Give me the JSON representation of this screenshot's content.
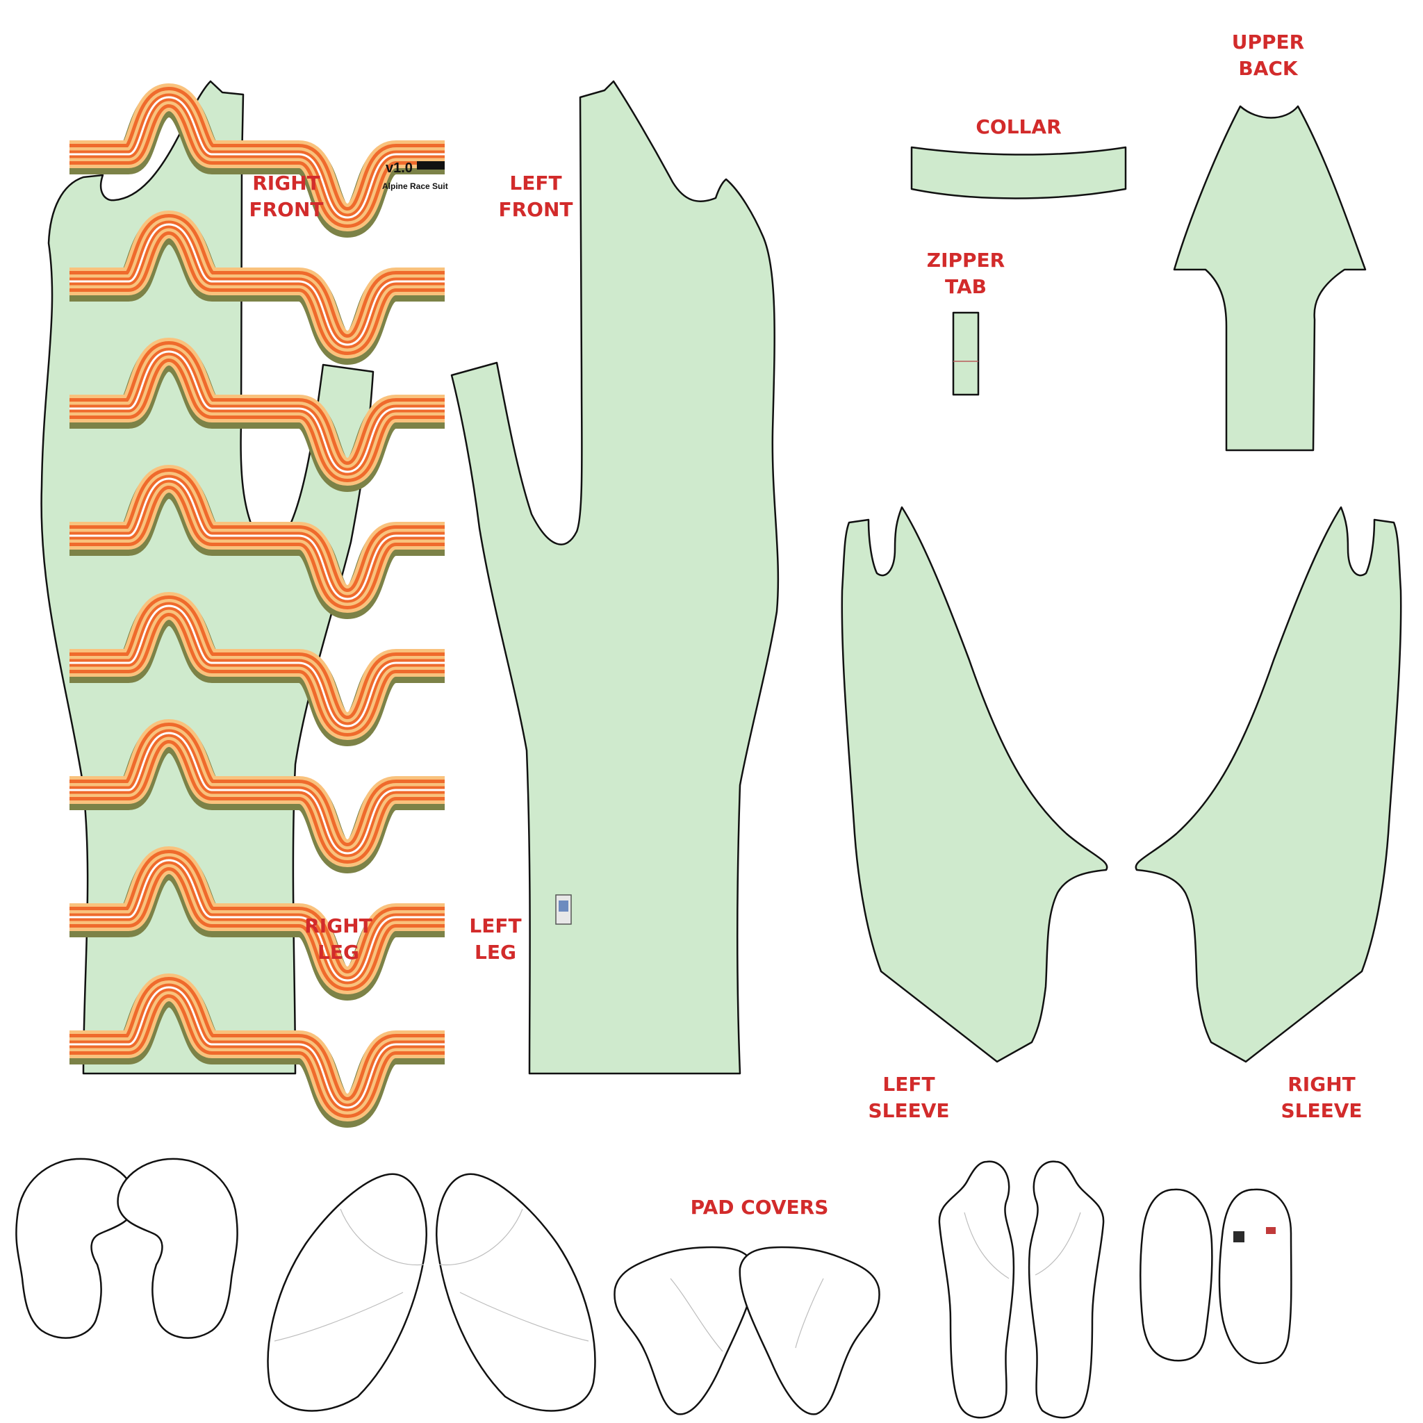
{
  "sheet": {
    "version": "v1.0",
    "product_name": "Alpine Race Suit"
  },
  "pieces": {
    "right_front": "RIGHT\nFRONT",
    "left_front": "LEFT\nFRONT",
    "collar": "COLLAR",
    "zipper_tab": "ZIPPER\nTAB",
    "upper_back": "UPPER\nBACK",
    "right_leg": "RIGHT\nLEG",
    "left_leg": "LEFT\nLEG",
    "left_sleeve": "LEFT\nSLEEVE",
    "right_sleeve": "RIGHT\nSLEEVE",
    "pad_covers": "PAD COVERS"
  },
  "colors": {
    "fabric": "#cfeacd",
    "label": "#d22b2b",
    "outline": "#111111",
    "stripe_light": "#f9c27d",
    "stripe_mid": "#f69a4c",
    "stripe_dark": "#ef6a2c",
    "stripe_olive": "#7c8247"
  }
}
